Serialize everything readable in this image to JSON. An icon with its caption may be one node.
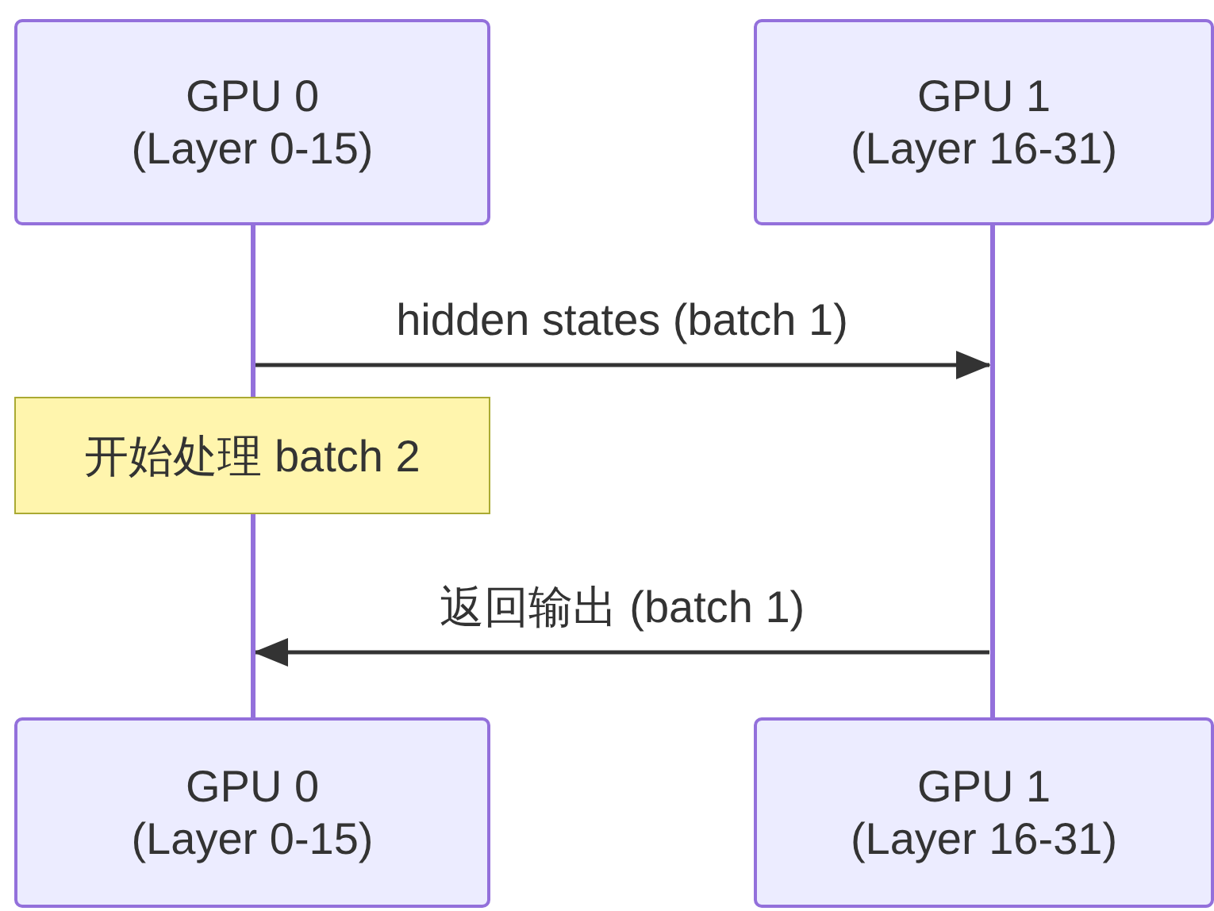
{
  "diagram": {
    "nodes": [
      {
        "text": [
          "GPU 0",
          "(Layer 0-15)"
        ]
      },
      {
        "text": [
          "GPU 1",
          "(Layer 16-31)"
        ]
      },
      {
        "text": [
          "GPU 0",
          "(Layer 0-15)"
        ]
      },
      {
        "text": [
          "GPU 1",
          "(Layer 16-31)"
        ]
      },
      {
        "text": [
          "开始处理 batch 2"
        ]
      },
      {
        "text": [],
        "shape": "line"
      },
      {
        "text": [],
        "shape": "line"
      },
      {
        "text": [],
        "shape": "line"
      }
    ],
    "edges": [
      {
        "from": 5,
        "to": 7,
        "arrow": "to",
        "label": "hidden states (batch 1)"
      },
      {
        "from": 7,
        "to": 6,
        "arrow": "to",
        "label": "返回输出 (batch 1)"
      }
    ]
  }
}
